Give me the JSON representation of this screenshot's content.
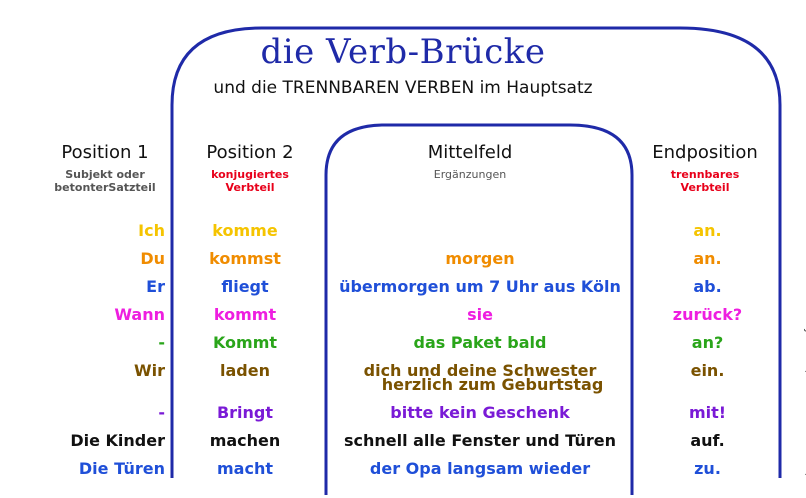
{
  "title": "die Verb-Brücke",
  "subtitle": "und die TRENNBAREN VERBEN im Hauptsatz",
  "columns": [
    {
      "heading": "Position 1",
      "sub": [
        "Subjekt oder",
        "betonterSatzteil"
      ],
      "sub_color": "gray"
    },
    {
      "heading": "Position 2",
      "sub": [
        "konjugiertes",
        "Verbteil"
      ],
      "sub_color": "red"
    },
    {
      "heading": "Mittelfeld",
      "sub": [
        "Ergänzungen"
      ],
      "sub_color": "gray"
    },
    {
      "heading": "Endposition",
      "sub": [
        "trennbares",
        "Verbteil"
      ],
      "sub_color": "red"
    }
  ],
  "rows": [
    {
      "color": "#f5c400",
      "cells": [
        "Ich",
        "komme",
        "",
        "an."
      ]
    },
    {
      "color": "#f08c00",
      "cells": [
        "Du",
        "kommst",
        "morgen",
        "an."
      ]
    },
    {
      "color": "#1f4fd8",
      "cells": [
        "Er",
        "fliegt",
        "übermorgen um 7 Uhr aus Köln",
        "ab."
      ]
    },
    {
      "color": "#ee1ee0",
      "cells": [
        "Wann",
        "kommt",
        "sie",
        "zurück?"
      ]
    },
    {
      "color": "#2aa51a",
      "cells": [
        "-",
        "Kommt",
        "das Paket bald",
        "an?"
      ]
    },
    {
      "color": "#7a5200",
      "cells": [
        "Wir",
        "laden",
        "dich und deine Schwester",
        "ein."
      ],
      "extra": "herzlich zum Geburtstag"
    },
    {
      "color": "#7a1ad6",
      "cells": [
        "-",
        "Bringt",
        "bitte kein Geschenk",
        "mit!"
      ]
    },
    {
      "color": "#111111",
      "cells": [
        "Die Kinder",
        "machen",
        "schnell alle Fenster und Türen",
        "auf."
      ]
    },
    {
      "color": "#1f4fd8",
      "cells": [
        "Die Türen",
        "macht",
        "der Opa langsam wieder",
        "zu."
      ]
    }
  ],
  "side_text": [
    "Deutsch am Strand",
    "reflejarte.es/DeutschamStrand/"
  ],
  "bridge_color": "#1f2aa8"
}
